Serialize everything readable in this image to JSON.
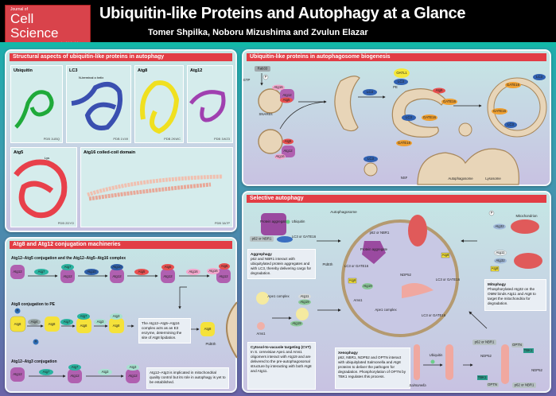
{
  "header": {
    "journal_small": "Journal of",
    "journal": "Cell Science",
    "journal_url": "jcs.biologists.org",
    "title": "Ubiquitin-like Proteins and Autophagy at a Glance",
    "authors": "Tomer Shpilka, Noboru Mizushima and Zvulun Elazar"
  },
  "colors": {
    "header_bar": "#e23d45",
    "atg12": "#b060b0",
    "atg7": "#2bb3a0",
    "atg10": "#2f5fa8",
    "atg5": "#e8504f",
    "atg16": "#f3a6cc",
    "atg3": "#a8e0d0",
    "atg4": "#9aa8a8",
    "atg8": "#f5e23a",
    "lc3": "#3060b0",
    "gate16": "#f0a030"
  },
  "structural": {
    "title": "Structural aspects of ubiquitin-like proteins in autophagy",
    "cards": [
      {
        "name": "Ubiquitin",
        "pdb": "PDB 1UBQ",
        "color": "#1faa3a"
      },
      {
        "name": "LC3",
        "pdb": "PDB 1V49",
        "note": "N-terminal α helix",
        "color": "#3a4fb0"
      },
      {
        "name": "Atg8",
        "pdb": "PDB 2KWC",
        "color": "#f0e020"
      },
      {
        "name": "Atg12",
        "pdb": "PDB 1WZ3",
        "color": "#a040b0"
      },
      {
        "name": "Atg5",
        "pdb": "PDB 2DYO",
        "note": "Lys 149",
        "color": "#e8404a"
      },
      {
        "name": "Atg16 coiled-coil domain",
        "pdb": "PDB 3A7P",
        "color": "#f0c0b0"
      }
    ]
  },
  "conjugation": {
    "title": "Atg8 and Atg12 conjugation machineries",
    "row1_title": "Atg12–Atg5 conjugation and the Atg12–Atg5–Atg16 complex",
    "row2_title": "Atg8 conjugation to PE",
    "row3_title": "Atg12–Atg3 conjugation",
    "l": {
      "atg12": "Atg12",
      "atg7": "Atg7",
      "atg10": "Atg10",
      "atg5": "Atg5",
      "atg16": "Atg16",
      "atg8": "Atg8",
      "atg4": "Atg4",
      "atg3": "Atg3",
      "r": "R",
      "pe": "PtdEth"
    },
    "e3_text": "The Atg12–Atg5–Atg16 complex acts as an E3 enzyme, determining the site of Atg8 lipidation.",
    "atg3_text": "Atg12–Atg3 is implicated in mitochondrial quality control but its role in autophagy is yet to be established."
  },
  "biogenesis": {
    "title": "Ubiquitin-like proteins in autophagosome biogenesis",
    "l": {
      "rab33": "Rab33",
      "gtp": "GTP",
      "snares": "SNAREs",
      "atg16": "Atg16",
      "atg12": "Atg12",
      "atg5": "Atg5",
      "lc3": "LC3",
      "gate16": "GATE16",
      "oatl1": "OATL1",
      "pe": "PE",
      "nsf": "NSF",
      "autophagosome": "Autophagosome",
      "lysosome": "Lysosome",
      "p": "P"
    }
  },
  "selective": {
    "title": "Selective autophagy",
    "l": {
      "protein_aggregate": "Protein aggregate",
      "ubiquitin": "Ubiquitin",
      "p62_nbr1": "p62 or NBR1",
      "lc3_gate16": "LC3 or GATE16",
      "autophagosome": "Autophagosome",
      "mitochondrion": "Mitochondrion",
      "atg32": "Atg32",
      "atg11": "Atg11",
      "atg8": "Atg8",
      "atg19": "Atg19",
      "ape1": "Ape1 complex",
      "ams1": "Ams1",
      "ndp52": "NDP52",
      "optn": "OPTN",
      "tbk1": "TBK1",
      "salmonella": "Salmonella",
      "pe": "PtdEth",
      "p": "P"
    },
    "aggrephagy": {
      "title": "Aggrephagy",
      "text": "p62 and NBR1 interact with ubiquitylated protein aggregates and with LC3, thereby delivering cargo for degradation."
    },
    "mitophagy": {
      "title": "Mitophagy",
      "text": "Phosphorylated Atg32 on the OMM binds Atg11 and Atg8 to target the mitochondria for degradation."
    },
    "cvt": {
      "title": "Cytosol-to-vacuole targeting (CVT)",
      "text": "In S. cerevisiae Ape1 and Ams1 oligomers interact with Atg19 and are delivered to the pre-autophagosomal structure by interacting with both Atg8 and Atg11."
    },
    "xenophagy": {
      "title": "Xenophagy",
      "text": "p62, NBR1, NDP52 and OPTN interact with ubiquitylated Salmonella and Atg8 proteins to deliver the pathogen for degradation. Phosphorylation of OPTN by TBK1 regulates this process."
    }
  }
}
